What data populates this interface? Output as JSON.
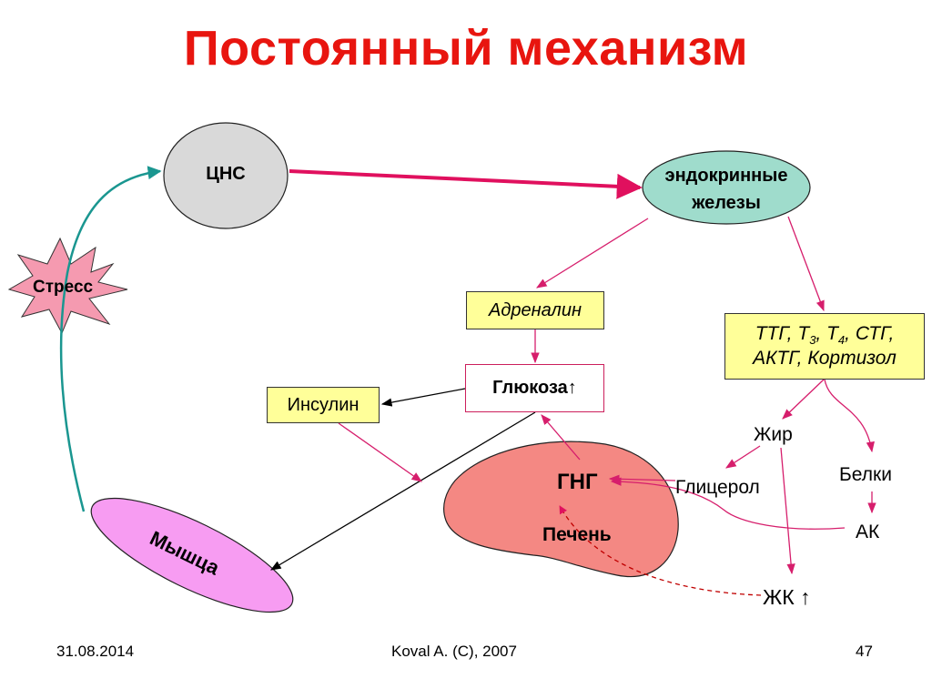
{
  "slide": {
    "title": "Постоянный механизм",
    "nodes": {
      "cns": "ЦНС",
      "endocrine_line1": "эндокринные",
      "endocrine_line2": "железы",
      "stress": "Стресс",
      "adrenaline": "Адреналин",
      "hormones_line1_parts": [
        "ТТГ, Т",
        "3",
        ", Т",
        "4",
        ", СТГ,"
      ],
      "hormones_line2": "АКТГ, Кортизол",
      "glucose": "Глюкоза↑",
      "insulin": "Инсулин",
      "fat": "Жир",
      "proteins": "Белки",
      "glycerol": "Глицерол",
      "ak": "АК",
      "fatty_acids": "ЖК ↑",
      "gng": "ГНГ",
      "liver": "Печень",
      "muscle": "Мышца"
    },
    "footer": {
      "date": "31.08.2014",
      "author": "Koval A. (C), 2007",
      "page": "47"
    },
    "colors": {
      "title": "#e8150f",
      "arrow_main": "#e0105e",
      "arrow_thin": "#d61e6c",
      "arrow_black": "#000000",
      "cns_fill": "#d9d9d9",
      "endocrine_fill": "#9fdccc",
      "stress_fill": "#f59ab0",
      "muscle_fill": "#f79cf2",
      "liver_fill": "#f48883",
      "box_fill": "#ffff99",
      "teal_curve": "#1a9690"
    }
  }
}
